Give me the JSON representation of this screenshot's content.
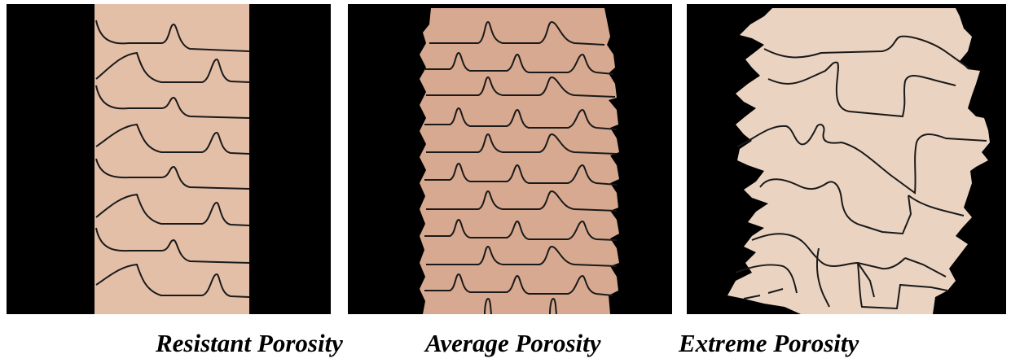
{
  "panels": [
    {
      "caption": "Resistant Porosity",
      "fill": "#e3bfa8"
    },
    {
      "caption": "Average Porosity",
      "fill": "#d7a991"
    },
    {
      "caption": "Extreme Porosity",
      "fill": "#ebd3c1"
    }
  ],
  "colors": {
    "background": "#000000",
    "outline": "#1a1a1a",
    "page": "#ffffff"
  }
}
